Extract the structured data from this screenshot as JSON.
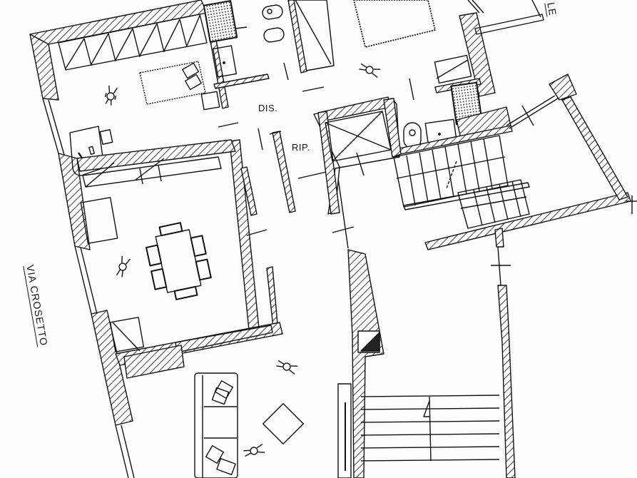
{
  "drawing": {
    "type": "architectural floor plan",
    "colors": {
      "line": "#111111",
      "background": "#fdfdfd",
      "hatch": "#111111"
    }
  },
  "labels": {
    "corridor": "DIS.",
    "storage": "RIP.",
    "street_left": "VIA CROSETTO",
    "street_top_right_partial": "LE"
  },
  "rooms": [
    {
      "id": "bedroom",
      "furniture": [
        "wardrobe",
        "bed",
        "nightstand",
        "desk",
        "chair",
        "person"
      ]
    },
    {
      "id": "bathroom-1",
      "furniture": [
        "bidet",
        "toilet",
        "shower-tray",
        "sink"
      ]
    },
    {
      "id": "bedroom-2",
      "furniture": [
        "bed",
        "person"
      ]
    },
    {
      "id": "bathroom-2",
      "furniture": [
        "shower-tray",
        "toilet",
        "sink"
      ]
    },
    {
      "id": "corridor",
      "label_ref": "labels.corridor"
    },
    {
      "id": "storage",
      "label_ref": "labels.storage"
    },
    {
      "id": "dining",
      "furniture": [
        "table",
        "6 chairs",
        "cabinets",
        "person"
      ]
    },
    {
      "id": "living",
      "furniture": [
        "sofa",
        "coffee-table",
        "cushions",
        "2 persons"
      ]
    },
    {
      "id": "stairwell",
      "furniture": [
        "staircase"
      ]
    },
    {
      "id": "entrance-hall",
      "furniture": [
        "chimney-flue",
        "staircase"
      ]
    }
  ]
}
